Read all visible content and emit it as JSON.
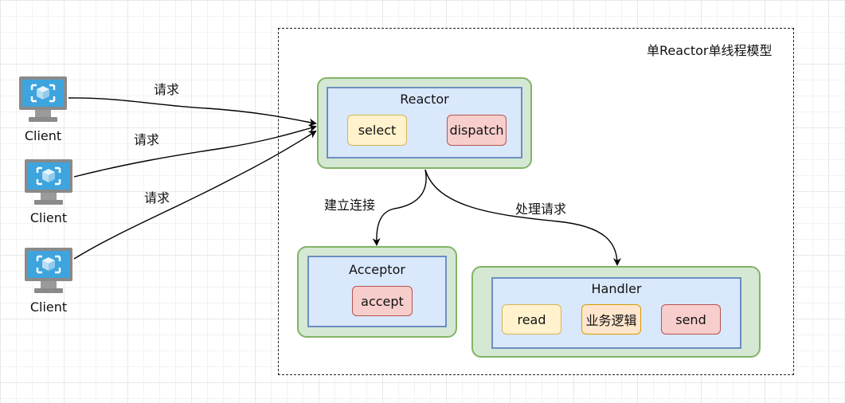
{
  "frame_title": "单Reactor单线程模型",
  "clients": [
    {
      "label": "Client",
      "icon": "monitor-icon"
    },
    {
      "label": "Client",
      "icon": "monitor-icon"
    },
    {
      "label": "Client",
      "icon": "monitor-icon"
    }
  ],
  "request_labels": [
    "请求",
    "请求",
    "请求"
  ],
  "reactor": {
    "title": "Reactor",
    "select": "select",
    "dispatch": "dispatch"
  },
  "acceptor": {
    "title": "Acceptor",
    "accept": "accept"
  },
  "handler": {
    "title": "Handler",
    "read": "read",
    "business": "业务逻辑",
    "send": "send"
  },
  "edge_labels": {
    "connect": "建立连接",
    "process": "处理请求"
  },
  "colors": {
    "container_fill": "#d5e8d4",
    "container_border": "#82b366",
    "panel_fill": "#dae8fc",
    "panel_border": "#6c8ebf",
    "yellow_fill": "#fff2cc",
    "red_fill": "#f8cecc",
    "orange_fill": "#ffe6cc",
    "monitor_blue": "#3ea4de",
    "monitor_gray": "#8a8a8a"
  }
}
